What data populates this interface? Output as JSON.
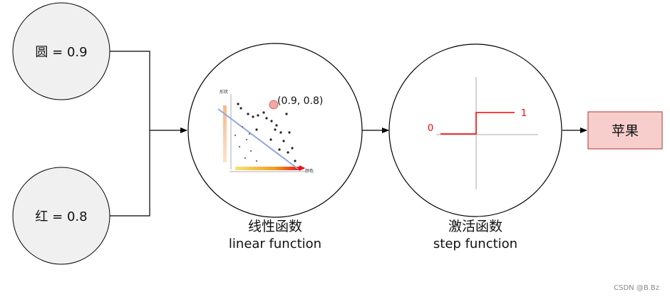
{
  "inputs": {
    "round": "圆 = 0.9",
    "red": "红 = 0.8"
  },
  "linear": {
    "title_cn": "线性函数",
    "title_en": "linear function",
    "point_label": "(0.9, 0.8)",
    "y_axis_label": "形状",
    "x_axis_label": "颜色"
  },
  "activation": {
    "title_cn": "激活函数",
    "title_en": "step function",
    "low_label": "0",
    "high_label": "1"
  },
  "output": {
    "label": "苹果"
  },
  "watermark": "CSDN @B.Bz",
  "colors": {
    "circle_fill": "#f0f0f0",
    "stroke": "#000000",
    "output_fill": "#f8cecc",
    "output_stroke": "#b85450",
    "step_red": "#ff0000",
    "highlight_point": "#f4a7a7",
    "regression_line": "#8fa6e0"
  }
}
